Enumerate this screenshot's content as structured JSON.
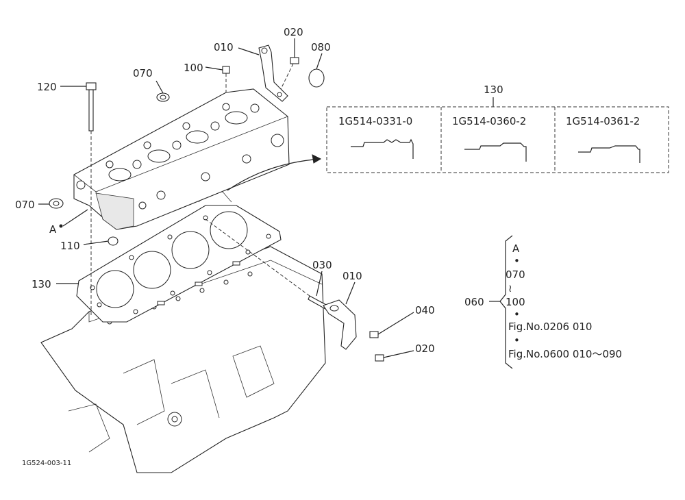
{
  "callouts": {
    "c120": "120",
    "c070_top": "070",
    "c100": "100",
    "c010_top": "010",
    "c020_top": "020",
    "c080": "080",
    "c070_left": "070",
    "cA": "A",
    "c110": "110",
    "c130_left": "130",
    "c030": "030",
    "c010_bottom": "010",
    "c040": "040",
    "c020_bottom": "020"
  },
  "gasket_table": {
    "title": "130",
    "columns": [
      "1G514-0331-0",
      "1G514-0360-2",
      "1G514-0361-2"
    ]
  },
  "set_note": {
    "group_code": "060",
    "lines": [
      "A",
      "•",
      "070",
      "≀",
      "100",
      "•",
      "Fig.No.0206  010",
      "•",
      "Fig.No.0600  010～090"
    ]
  },
  "footer": {
    "drawing_number": "1G524-003-11"
  }
}
